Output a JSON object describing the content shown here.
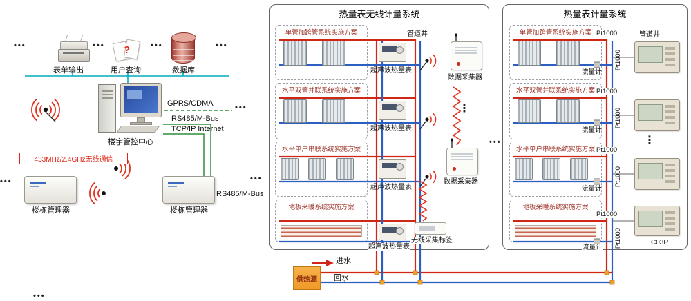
{
  "left_panel": {
    "items": [
      {
        "label": "表单输出"
      },
      {
        "label": "用户查询"
      },
      {
        "label": "数据库"
      }
    ],
    "query_mark": "?",
    "center_label": "楼宇管控中心",
    "gprs_label": "GPRS/CDMA",
    "rs485_label": "RS485/M-Bus",
    "tcpip_label": "TCP/IP Internet",
    "wireless_banner": "433MHz/2.4GHz无线通信",
    "manager1_label": "楼栋管理器",
    "manager2_label": "楼栋管理器",
    "bus_label": "RS485/M-Bus"
  },
  "wireless_system": {
    "title": "热量表无线计量系统",
    "solutions": [
      "单管加跨管系统实施方案",
      "水平双管并联系统实施方案",
      "水平单户串联系统实施方案",
      "地板采暖系统实施方案"
    ],
    "meter_label": "超声波热量表",
    "shaft_label": "管道井",
    "collector1_label": "数据采集器",
    "collector2_label": "数据采集器",
    "tag_label": "无线采集标签"
  },
  "wired_system": {
    "title": "热量表计量系统",
    "solutions": [
      "单管加跨管系统实施方案",
      "水平双管并联系统实施方案",
      "水平单户串联系统实施方案",
      "地板采暖系统实施方案"
    ],
    "shaft_label": "管道井",
    "pt_label": "Pt1000",
    "flow_label": "流量计",
    "panel_label": "C03P"
  },
  "bottom": {
    "source_label": "供热源",
    "inlet_label": "进水",
    "return_label": "回水"
  },
  "decor": {
    "ellipsis_h": "•••",
    "ellipsis_v": "⋮"
  },
  "colors": {
    "supply_pipe": "#cf2616",
    "return_pipe": "#2b5fc0",
    "wireless_red": "#e2301c",
    "link_green": "#2f8f3c",
    "lan_cyan": "#00aebe",
    "junction_orange": "#f2a12c"
  }
}
